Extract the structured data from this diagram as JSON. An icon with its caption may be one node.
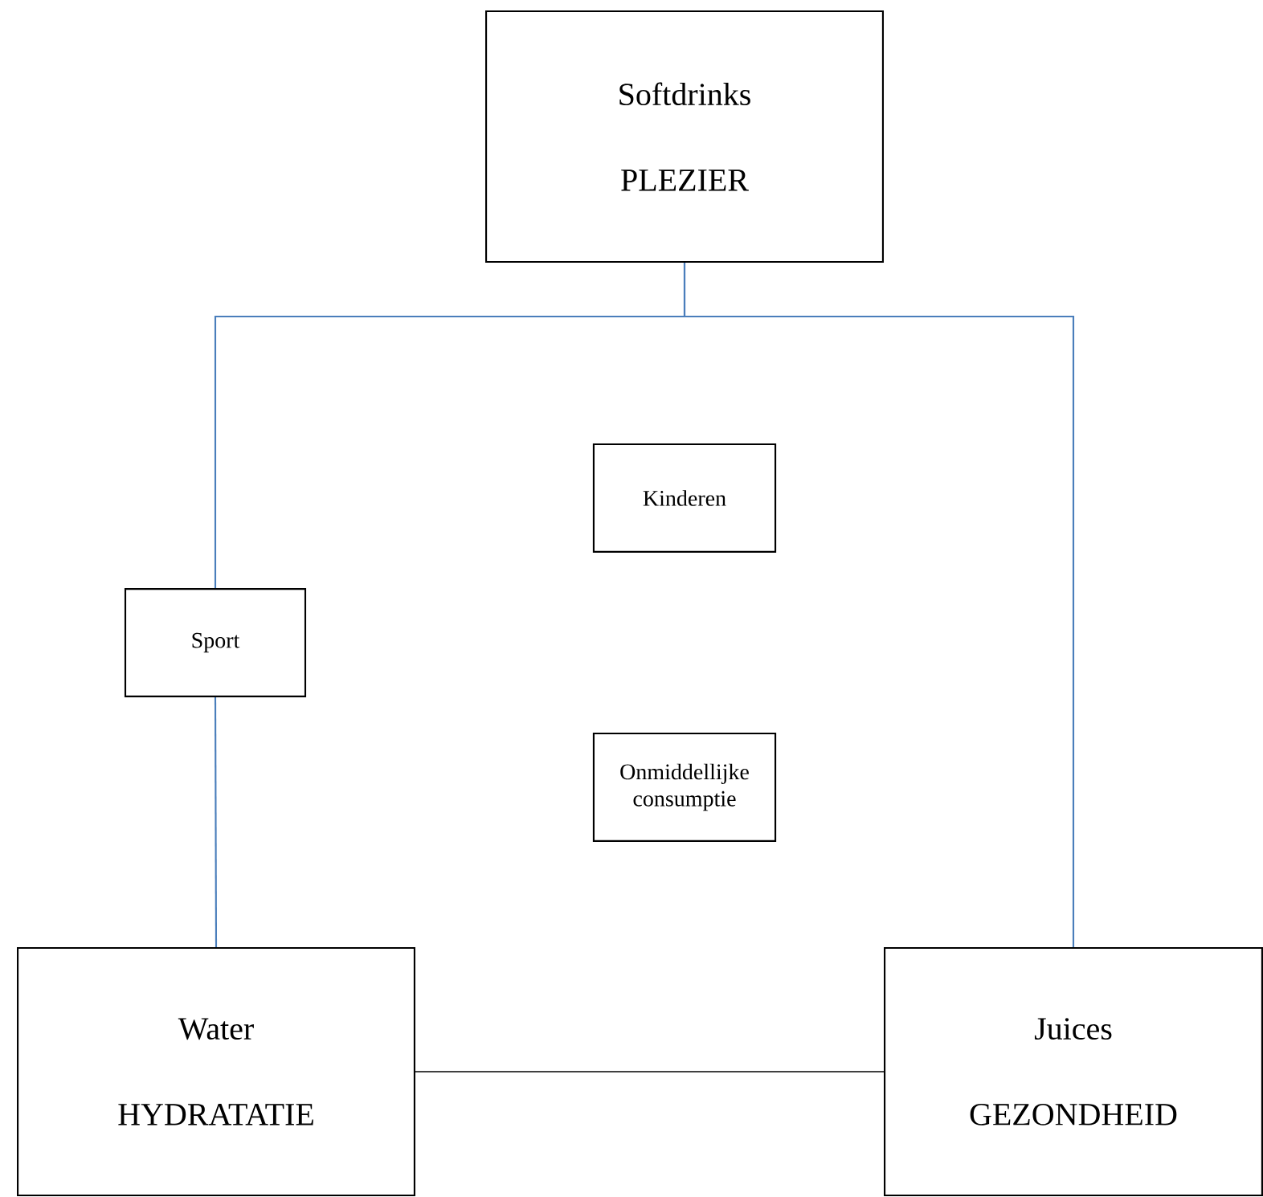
{
  "diagram": {
    "nodes": [
      {
        "text": [
          "Softdrinks",
          "PLEZIER"
        ]
      },
      {
        "text": [
          "Kinderen"
        ]
      },
      {
        "text": [
          "Sport"
        ]
      },
      {
        "text": [
          "Onmiddellijke consumptie"
        ]
      },
      {
        "text": [
          "Water",
          "HYDRATATIE"
        ]
      },
      {
        "text": [
          "Juices",
          "GEZONDHEID"
        ]
      }
    ],
    "edges": [
      {
        "from": 0,
        "to": 2,
        "arrow": "none"
      },
      {
        "from": 2,
        "to": 4,
        "arrow": "none"
      },
      {
        "from": 0,
        "to": 5,
        "arrow": "none"
      },
      {
        "from": 4,
        "to": 5,
        "arrow": "none",
        "color": "#404040"
      }
    ]
  }
}
